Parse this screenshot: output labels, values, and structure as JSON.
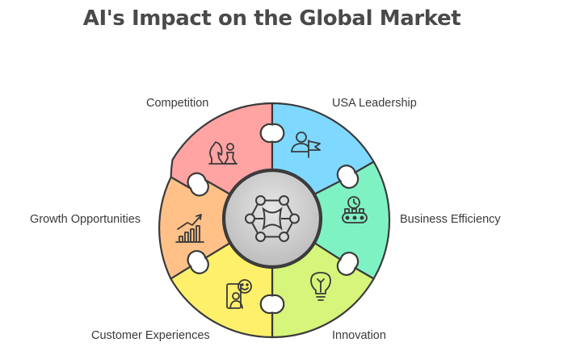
{
  "title": "AI's Impact on the Global Market",
  "segments": [
    {
      "label": "Competition",
      "color": "#ffa3a3",
      "icon": "chess-pieces-icon"
    },
    {
      "label": "USA Leadership",
      "color": "#7fd8ff",
      "icon": "person-flag-icon"
    },
    {
      "label": "Business Efficiency",
      "color": "#7ff2c3",
      "icon": "conveyor-clock-icon"
    },
    {
      "label": "Innovation",
      "color": "#d6f57a",
      "icon": "lightbulb-icon"
    },
    {
      "label": "Customer Experiences",
      "color": "#fff06c",
      "icon": "person-chat-icon"
    },
    {
      "label": "Growth Opportunities",
      "color": "#ffc188",
      "icon": "growth-chart-icon"
    }
  ],
  "center": {
    "color": "#d4d4d4",
    "icon": "network-hub-icon"
  }
}
